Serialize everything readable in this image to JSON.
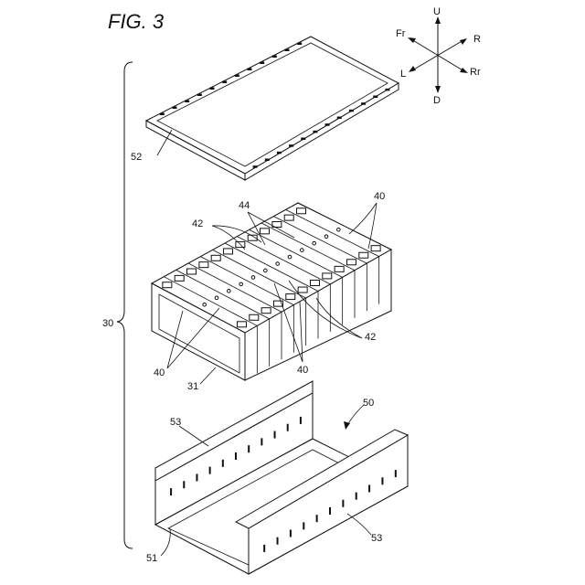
{
  "figure": {
    "title": "FIG. 3",
    "directions": {
      "up": "U",
      "down": "D",
      "front": "Fr",
      "rear": "Rr",
      "left": "L",
      "right": "R"
    },
    "labels": {
      "assembly": "30",
      "cover": "52",
      "cells_top_right": "40",
      "cells_left": "40",
      "cells_bottom": "40",
      "terminal": "44",
      "busbar_left": "42",
      "busbar_right": "42",
      "end_plate": "31",
      "tray": "51",
      "side_wall_top": "53",
      "side_wall_bottom": "53",
      "tray_callout": "50"
    }
  }
}
